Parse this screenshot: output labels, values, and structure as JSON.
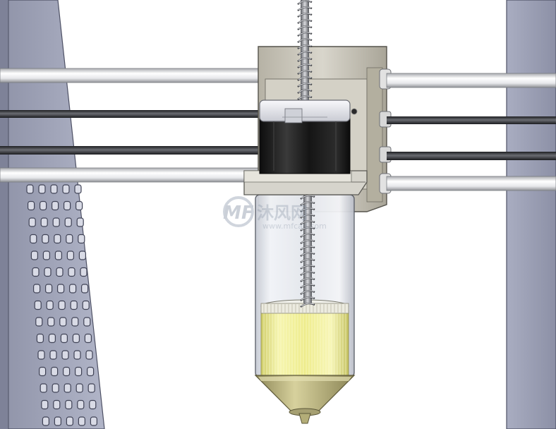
{
  "watermark": {
    "logo_text": "MF",
    "brand_text": "沐风网",
    "url_text": "www.mfcad.com"
  },
  "colors": {
    "frame_panel": "#9fa3b8",
    "frame_panel_dark": "#6f7389",
    "rod_white": "#f4f4f4",
    "rod_dark": "#3b3d42",
    "bracket": "#c8c4b8",
    "motor_body": "#1e1e1e",
    "motor_cap": "#e8e9ee",
    "syringe_glass": "#dfe3ea",
    "paste_yellow": "#f1ef9a",
    "cone": "#b9b27f"
  }
}
